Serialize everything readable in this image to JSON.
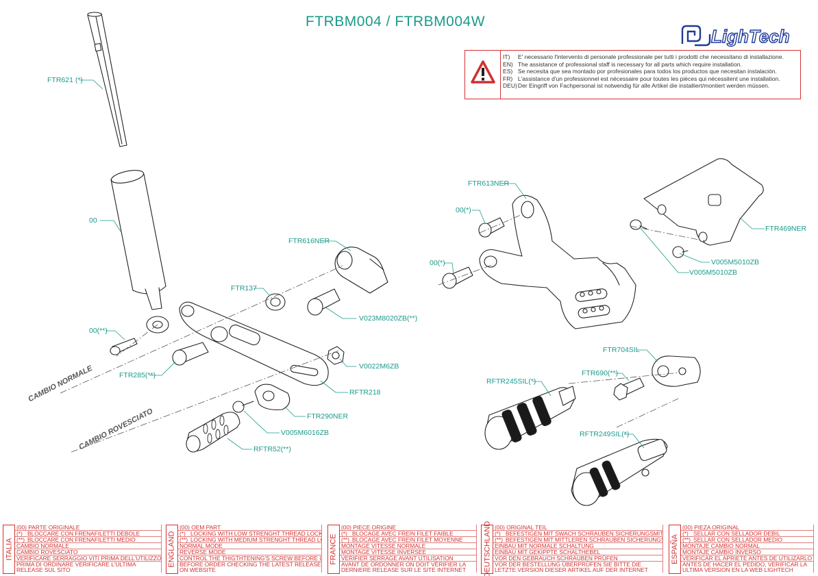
{
  "title": "FTRBM004 / FTRBM004W",
  "logo": {
    "text": "LighTech"
  },
  "warning": {
    "lines": [
      {
        "code": "IT)",
        "text": "E' necessario l'intervento di personale professionale per tutti i prodotti che necessitano di installazione."
      },
      {
        "code": "EN)",
        "text": "The assistance of professional staff is necessary for all parts which require installation."
      },
      {
        "code": "ES)",
        "text": "Se necesita que sea montado por profesionales para todos los productos que necesitan instalación."
      },
      {
        "code": "FR)",
        "text": "L'assistance d'un professionnel est nécessaire pour toutes les pièces qui nécessitent une installation."
      },
      {
        "code": "DEU)",
        "text": "Der Eingriff von Fachpersonal ist notwendig  für alle Artikel die installiert/montiert werden müssen."
      }
    ]
  },
  "labels": {
    "ftr621": "FTR621 (*)",
    "oo_left": "00",
    "ftr616ner": "FTR616NER",
    "ftr137": "FTR137",
    "v023": "V023M8020ZB(**)",
    "oo_star_left": "00(**)",
    "v0022": "V0022M6ZB",
    "ftr285": "FTR285(**)",
    "rftr218": "RFTR218",
    "ftr290ner": "FTR290NER",
    "v005m6016": "V005M6016ZB",
    "rftr52": "RFTR52(**)",
    "ftr613ner": "FTR613NER",
    "oo_star_r1": "00(*)",
    "oo_star_r2": "00(*)",
    "ftr469ner": "FTR469NER",
    "v005a": "V005M5010ZB",
    "v005b": "V005M5010ZB",
    "ftr704sil": "FTR704SIL",
    "ftr690": "FTR690(**)",
    "rftr245": "RFTR245SIL(*)",
    "rftr249": "RFTR249SIL(*)",
    "cambio_normale": "CAMBIO NORMALE",
    "cambio_rovesciato": "CAMBIO ROVESCIATO"
  },
  "legend": [
    {
      "country": "ITALIA",
      "rows": [
        {
          "a": "(00) PARTE ORIGINALE",
          "b": ""
        },
        {
          "a": "(*)",
          "b": "BLOCCARE CON FRENAFILETTI DEBOLE"
        },
        {
          "a": "(**)",
          "b": "BLOCCARE CON FRENAFILETTI MEDIO"
        },
        {
          "a": "CAMBIO NORMALE",
          "b": ""
        },
        {
          "a": "CAMBIO ROVESCIATO",
          "b": ""
        },
        {
          "a": "VERIFICARE SERRAGGIO VITI PRIMA DELL'UTILIZZO",
          "b": ""
        },
        {
          "a": "PRIMA DI ORDINARE VERIFICARE L'ULTIMA RELEASE SUL SITO",
          "b": ""
        }
      ]
    },
    {
      "country": "ENGLAND",
      "rows": [
        {
          "a": "(00) OEM PART",
          "b": ""
        },
        {
          "a": "(*)",
          "b": "LOCKING WITH LOW STRENGHT THREAD LOCKER"
        },
        {
          "a": "(**)",
          "b": "LOCKING WITH MEDIUM STRENGHT THREAD LOCKER"
        },
        {
          "a": "NORMAL MODE",
          "b": ""
        },
        {
          "a": "REVERSE MODE",
          "b": ""
        },
        {
          "a": "CONTROL THE THIGTHTENING'S SCREW BEFORE USING",
          "b": ""
        },
        {
          "a": "BEFORE ORDER CHECKING THE LATEST RELEASE ON WEBSITE",
          "b": ""
        }
      ]
    },
    {
      "country": "FRANCE",
      "rows": [
        {
          "a": "(00) PIECE ORIGINE",
          "b": ""
        },
        {
          "a": "(*)",
          "b": "BLOCAGE AVEC FREIN FILET FAIBLE"
        },
        {
          "a": "(**)",
          "b": "BLOCAGE AVEC FREIN FILET MOYENNE"
        },
        {
          "a": "MONTAGE VITESSE NORMALE",
          "b": ""
        },
        {
          "a": "MONTAGE VITESSE INVERSEE",
          "b": ""
        },
        {
          "a": "VERIFIER SERRAGE AVANT UTILISATION",
          "b": ""
        },
        {
          "a": "AVANT DE ORDONNER ON DOIT VÉRIFIER LA DERNIERE RELEASE SUR LE SITE INTERNET",
          "b": ""
        }
      ]
    },
    {
      "country": "DEUTSCHLAND",
      "rows": [
        {
          "a": "(00) ORIGINAL TEIL",
          "b": ""
        },
        {
          "a": "(*)",
          "b": "BEFESTIGEN MIT SWACH SCHRAUBEN SICHERUNGSMITTEL"
        },
        {
          "a": "(**)",
          "b": "BEFESTIGEN MIT MITTLEREN SCHRAUBEN SICHERUNGSMITTEL"
        },
        {
          "a": "EINBAU MIT NORMALE SCHALTUNG",
          "b": ""
        },
        {
          "a": "EINBAU MIT GEKIPPTE SCHALTHEBEL",
          "b": ""
        },
        {
          "a": "VOR DEN GEBRAUCH SCHRAUBEN PRÜFEN",
          "b": ""
        },
        {
          "a": "VOR DER BESTELLUNG ÜBERPRÜFEN SIE BITTE DIE LETZTE VERSION DIESER ARTIKEL AUF DER INTERNET SEITE VON LIGHTECH",
          "b": ""
        }
      ]
    },
    {
      "country": "ESPAÑA",
      "rows": [
        {
          "a": "(00) PIEZA ORIGINAL",
          "b": ""
        },
        {
          "a": "(*)",
          "b": "SELLAR CON SELLADOR DEBIL"
        },
        {
          "a": "(**)",
          "b": "SELLAR CON SELLADOR MEDIO"
        },
        {
          "a": "MONTAJE  CAMBIO NORMAL",
          "b": ""
        },
        {
          "a": "MONTAJE CAMBIO INVERSO",
          "b": ""
        },
        {
          "a": "VERIFICAR EL APRIETE ANTES DE UTILIZARLO",
          "b": ""
        },
        {
          "a": "ANTES DE HACER EL PEDIDO, VERIFICAR LA ULTIMA VERSION EN LA WEB LIGHTECH",
          "b": ""
        }
      ]
    }
  ]
}
